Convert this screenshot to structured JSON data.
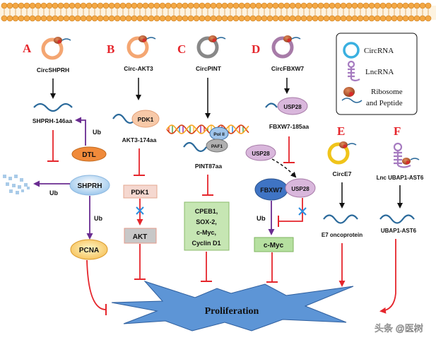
{
  "panels": {
    "A": {
      "letter": "A",
      "circ": "CircSHPRH",
      "peptide": "SHPRH-146aa",
      "dtl": "DTL",
      "ub1": "Ub",
      "ub2": "Ub",
      "ub3": "Ub",
      "shprh": "SHPRH",
      "pcna": "PCNA"
    },
    "B": {
      "letter": "B",
      "circ": "Circ-AKT3",
      "pdk1_bind": "PDK1",
      "peptide": "AKT3-174aa",
      "pdk1": "PDK1",
      "akt": "AKT"
    },
    "C": {
      "letter": "C",
      "circ": "CircPINT",
      "pol": "Pol II",
      "paf": "PAF1",
      "peptide": "PINT87aa",
      "targets": [
        "CPEB1,",
        "SOX-2,",
        "c-Myc,",
        "Cyclin D1"
      ]
    },
    "D": {
      "letter": "D",
      "circ": "CircFBXW7",
      "usp28_top": "USP28",
      "peptide": "FBXW7-185aa",
      "usp28_mid": "USP28",
      "fbxw7": "FBXW7",
      "usp28_right": "USP28",
      "ub": "Ub",
      "cmyc": "c-Myc"
    },
    "E": {
      "letter": "E",
      "circ": "CircE7",
      "peptide": "E7 oncoprotein"
    },
    "F": {
      "letter": "F",
      "lnc": "Lnc UBAP1-AST6",
      "peptide": "UBAP1-AST6"
    }
  },
  "legend": {
    "circrna": "CircRNA",
    "lncrna": "LncRNA",
    "ribosome_line1": "Ribosome",
    "ribosome_line2": "and Peptide"
  },
  "center": {
    "label": "Proliferation"
  },
  "watermark": "头条 @医树",
  "colors": {
    "letter_red": "#e5262c",
    "inhibit_red": "#e5262c",
    "ub_purple": "#6a2c91",
    "rna_blue": "#2b6a9b",
    "membrane_orange": "#f3a744",
    "star_blue": "#5d95d6"
  }
}
